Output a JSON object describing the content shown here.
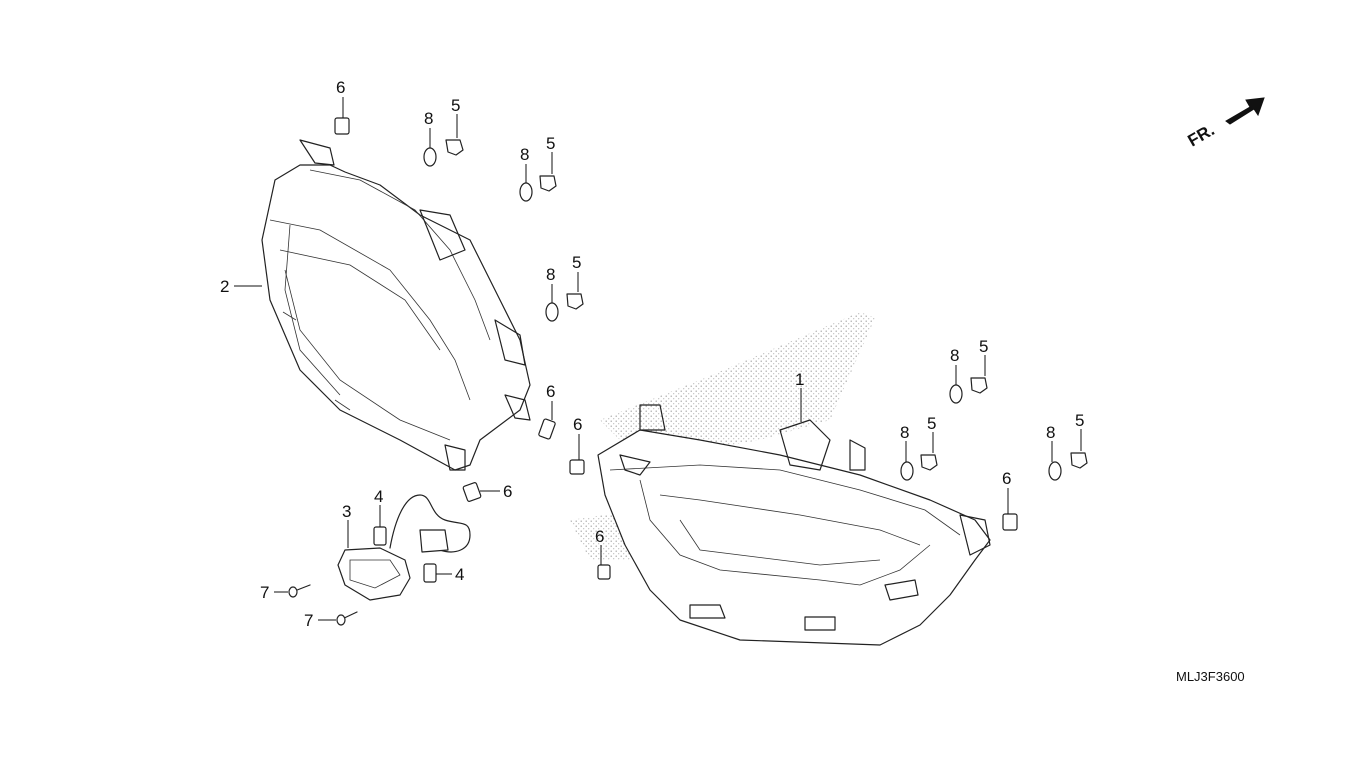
{
  "diagram": {
    "ref_code": "MLJ3F3600",
    "front_indicator": "FR.",
    "callouts": [
      "6",
      "8",
      "5",
      "8",
      "5",
      "8",
      "5",
      "2",
      "6",
      "6",
      "6",
      "1",
      "8",
      "5",
      "8",
      "5",
      "8",
      "5",
      "6",
      "3",
      "4",
      "4",
      "7",
      "7",
      "6"
    ]
  }
}
